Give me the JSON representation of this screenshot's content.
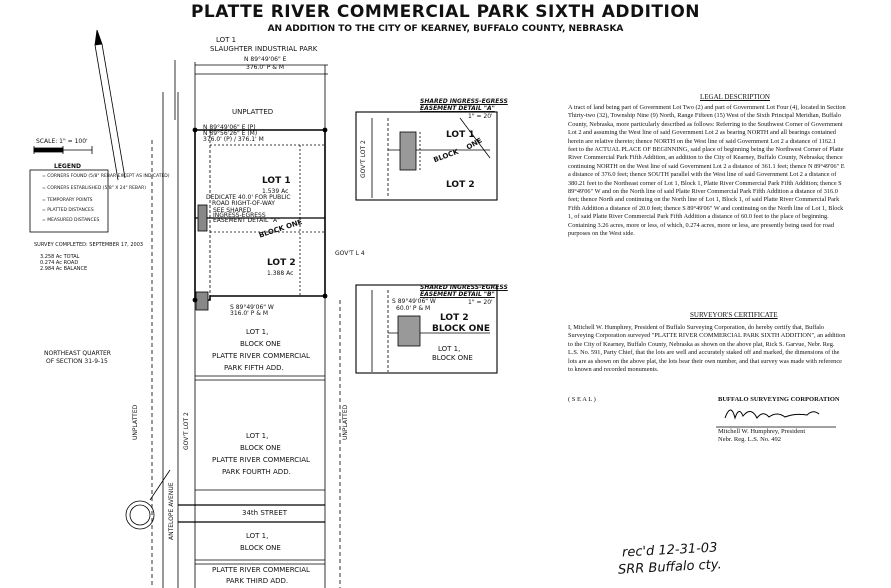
{
  "header": {
    "title": "PLATTE RIVER COMMERCIAL PARK SIXTH ADDITION",
    "subtitle": "AN ADDITION TO THE CITY OF KEARNEY, BUFFALO COUNTY, NEBRASKA"
  },
  "plat": {
    "north_lot_line1": "LOT 1",
    "north_lot_line2": "SLAUGHTER INDUSTRIAL PARK",
    "top_bearing1": "N 89°49'06\" E",
    "top_bearing2": "376.0' P & M",
    "unplatted_top": "UNPLATTED",
    "lot1_bearing1": "N 89°49'06\" E (P)",
    "lot1_bearing2": "N 89°56'26\" E (M)",
    "lot1_bearing3": "376.0' (P) / 376.1' M",
    "lot1_label": "LOT 1",
    "lot1_area": "1.539 Ac",
    "dedicate_line1": "DEDICATE 40.0' FOR PUBLIC",
    "dedicate_line2": "ROAD RIGHT-OF-WAY",
    "see_detail_a1": "SEE SHARED",
    "see_detail_a2": "INGRESS-EGRESS",
    "see_detail_a3": "EASEMENT DETAIL \"A\"",
    "block_one": "BLOCK ONE",
    "lot2_label": "LOT 2",
    "lot2_area": "1.388 Ac",
    "govt_lot4": "GOV'T L 4",
    "bearing_lot2_bottom1": "S 89°49'06\" W",
    "bearing_lot2_bottom2": "316.0' P & M",
    "lot1_pr5_line1": "LOT 1,",
    "lot1_pr5_line2": "BLOCK ONE",
    "lot1_pr5_line3": "PLATTE RIVER COMMERCIAL",
    "lot1_pr5_line4": "PARK FIFTH ADD.",
    "ne_quarter1": "NORTHEAST QUARTER",
    "ne_quarter2": "OF SECTION 31-9-15",
    "lot1_pr4_line1": "LOT 1,",
    "lot1_pr4_line2": "BLOCK ONE",
    "lot1_pr4_line3": "PLATTE RIVER COMMERCIAL",
    "lot1_pr4_line4": "PARK FOURTH ADD.",
    "street_34th": "34th STREET",
    "lot1_pr3_line1": "LOT 1,",
    "lot1_pr3_line2": "BLOCK ONE",
    "lot1_pr3_line3": "PLATTE RIVER COMMERCIAL",
    "lot1_pr3_line4": "PARK THIRD ADD.",
    "unplatted_left": "UNPLATTED",
    "unplatted_right": "UNPLATTED",
    "antelope_avenue": "ANTELOPE AVENUE",
    "govt_lot2": "GOV'T LOT 2",
    "scale": "SCALE: 1\" = 100'",
    "legend_title": "LEGEND",
    "legend_items": [
      "= CORNERS FOUND (5/8\" REBAR EXCEPT AS INDICATED)",
      "= CORNERS ESTABLISHED (5/8\" X 24\" REBAR)",
      "= TEMPORARY POINTS",
      "= PLATTED DISTANCES",
      "= MEASURED DISTANCES"
    ],
    "survey_completed": "SURVEY COMPLETED: SEPTEMBER 17, 2003",
    "acreage1": "3.258 Ac TOTAL",
    "acreage2": "0.274 Ac ROAD",
    "acreage3": "2.984 Ac BALANCE"
  },
  "detail_a": {
    "title1": "SHARED INGRESS-EGRESS",
    "title2": "EASEMENT DETAIL \"A\"",
    "scale": "1\" = 20'",
    "lot1": "LOT 1",
    "lot2": "LOT 2",
    "block": "BLOCK",
    "one": "ONE",
    "govt": "GOV'T LOT 2"
  },
  "detail_b": {
    "title1": "SHARED INGRESS-EGRESS",
    "title2": "EASEMENT DETAIL \"B\"",
    "scale": "1\" = 20'",
    "bearing1": "S 89°49'06\" W",
    "bearing2": "60.0' P & M",
    "lot2": "LOT 2",
    "block": "BLOCK ONE",
    "lot1": "LOT 1,",
    "lot1b": "BLOCK ONE"
  },
  "legal": {
    "heading": "LEGAL DESCRIPTION",
    "text": "A tract of land being part of Government Lot Two (2) and part of Government Lot Four (4), located in Section Thirty-two (32), Township Nine (9) North, Range Fifteen (15) West of the Sixth Principal Meridian, Buffalo County, Nebraska, more particularly described as follows: Referring to the Southwest Corner of Government Lot 2 and assuming the West line of said Government Lot 2 as bearing NORTH and all bearings contained herein are relative thereto; thence NORTH on the West line of said Government Lot 2 a distance of 1162.1 feet to the ACTUAL PLACE OF BEGINNING, said place of beginning being the Northwest Corner of Platte River Commercial Park Fifth Addition, an addition to the City of Kearney, Buffalo County, Nebraska; thence continuing NORTH on the West line of said Government Lot 2 a distance of 361.1 feet; thence N 89°49'06\" E a distance of 376.0 feet; thence SOUTH parallel with the West line of said Government Lot 2 a distance of 380.21 feet to the Northeast corner of Lot 1, Block 1, Platte River Commercial Park Fifth Addition; thence S 89°49'06\" W and on the North line of said Platte River Commercial Park Fifth Addition a distance of 316.0 feet; thence North and continuing on the North line of Lot 1, Block 1, of said Platte River Commercial Park Fifth Addition a distance of 20.0 feet; thence S 89°49'06\" W and continuing on the North line of Lot 1, Block 1, of said Platte River Commercial Park Fifth Addition a distance of 60.0 feet to the place of beginning. Containing 3.26 acres, more or less, of which, 0.274 acres, more or less, are presently being used for road purposes on the West side."
  },
  "surveyor": {
    "heading": "SURVEYOR'S CERTIFICATE",
    "text": "I, Mitchell W. Humphrey, President of Buffalo Surveying Corporation, do hereby certify that, Buffalo Surveying Corporation surveyed \"PLATTE RIVER COMMERCIAL PARK SIXTH ADDITION\", an addition to the City of Kearney, Buffalo County, Nebraska as shown on the above plat, Rick S. Garvue, Nebr. Reg. L.S. No. 591, Party Chief, that the lots are well and accurately staked off and marked, the dimensions of the lots are as shown on the above plat, the lots bear their own number, and that survey was made with reference to known and recorded monuments.",
    "seal": "( S E A L )",
    "company": "BUFFALO SURVEYING CORPORATION",
    "signer": "Mitchell W. Humphrey, President",
    "reg": "Nebr. Reg. L.S. No. 492"
  },
  "handwritten": {
    "line1": "rec'd 12-31-03",
    "line2": "SRR Buffalo cty."
  }
}
